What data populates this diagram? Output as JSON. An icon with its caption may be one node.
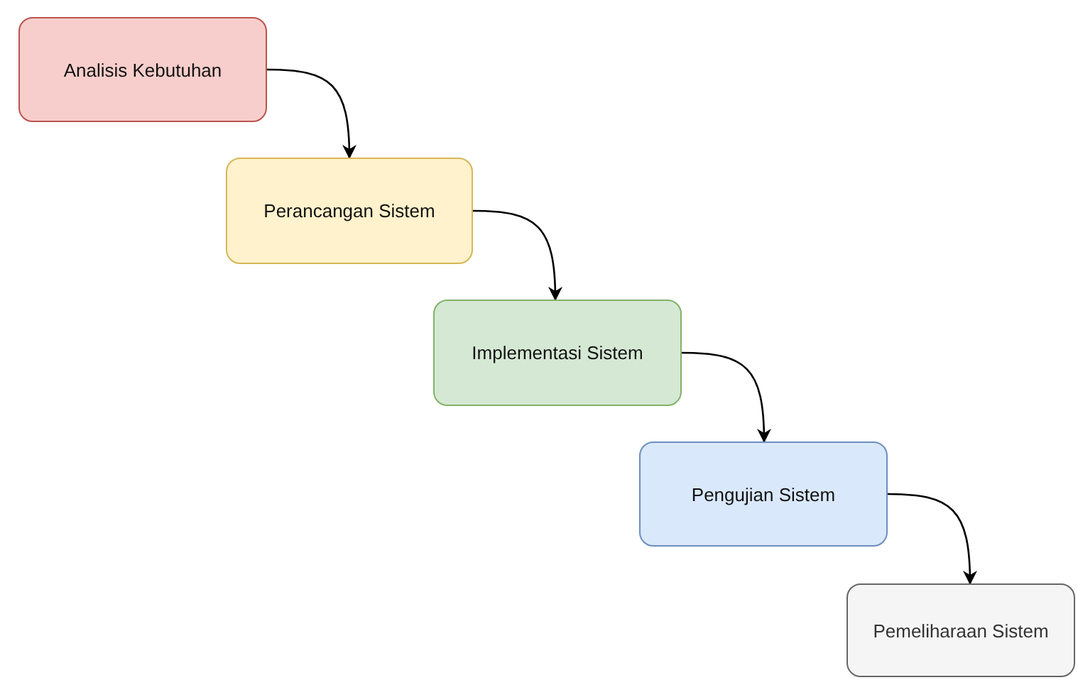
{
  "diagram": {
    "nodes": [
      {
        "text": [
          "Analisis Kebutuhan"
        ]
      },
      {
        "text": [
          "Perancangan Sistem"
        ]
      },
      {
        "text": [
          "Implementasi Sistem"
        ]
      },
      {
        "text": [
          "Pengujian Sistem"
        ]
      },
      {
        "text": [
          "Pemeliharaan Sistem"
        ]
      }
    ],
    "edges": [
      {
        "from": 0,
        "to": 1,
        "arrow": "to"
      },
      {
        "from": 1,
        "to": 2,
        "arrow": "to"
      },
      {
        "from": 2,
        "to": 3,
        "arrow": "to"
      },
      {
        "from": 3,
        "to": 4,
        "arrow": "to"
      }
    ]
  }
}
